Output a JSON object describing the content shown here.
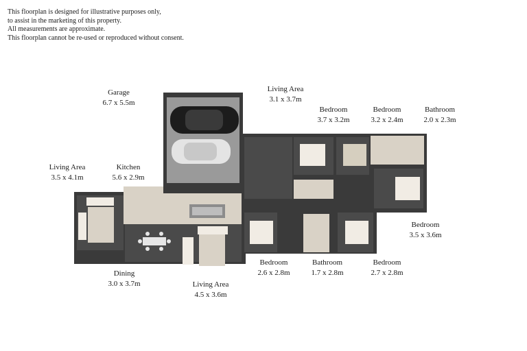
{
  "disclaimer": [
    "This floorplan is designed for illustrative purposes only,",
    "to assist in the marketing of this property.",
    "All measurements are approximate.",
    "This floorplan cannot be re-used or reproduced without consent."
  ],
  "rooms": [
    {
      "name": "Garage",
      "size": "6.7 x 5.5m"
    },
    {
      "name": "Living Area",
      "size": "3.1 x 3.7m"
    },
    {
      "name": "Bedroom",
      "size": "3.7 x 3.2m"
    },
    {
      "name": "Bedroom",
      "size": "3.2 x 2.4m"
    },
    {
      "name": "Bathroom",
      "size": "2.0 x 2.3m"
    },
    {
      "name": "Living Area",
      "size": "3.5 x 4.1m"
    },
    {
      "name": "Kitchen",
      "size": "5.6 x 2.9m"
    },
    {
      "name": "Bedroom",
      "size": "3.5 x 3.6m"
    },
    {
      "name": "Dining",
      "size": "3.0 x 3.7m"
    },
    {
      "name": "Living Area",
      "size": "4.5 x 3.6m"
    },
    {
      "name": "Bedroom",
      "size": "2.6 x 2.8m"
    },
    {
      "name": "Bathroom",
      "size": "1.7 x 2.8m"
    },
    {
      "name": "Bedroom",
      "size": "2.7 x 2.8m"
    }
  ],
  "colors": {
    "wall": "#3a3a3a",
    "floor_dark": "#4a4a4a",
    "floor_wood": "#d9d2c6",
    "garage_floor": "#9a9a9a",
    "bed": "#f1ece4",
    "car_dark": "#1c1c1c",
    "car_light": "#e4e4e4"
  }
}
